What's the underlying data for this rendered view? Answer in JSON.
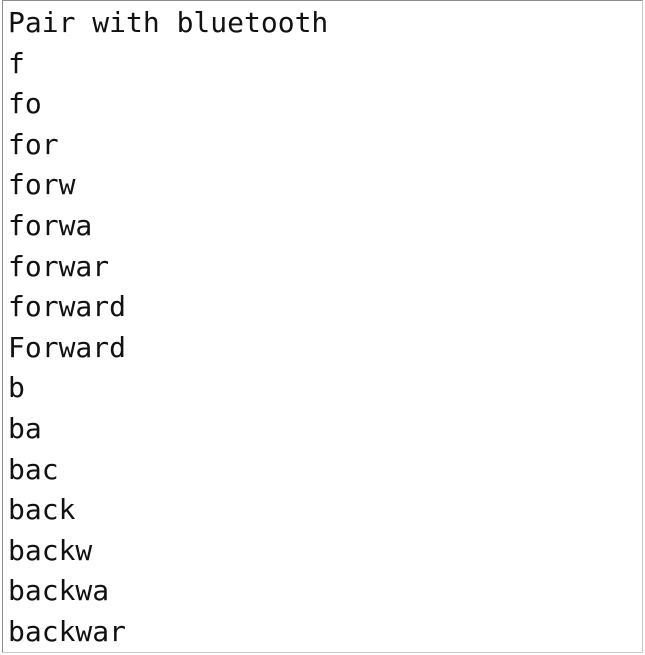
{
  "text_area": {
    "lines": [
      "Pair with bluetooth",
      "f",
      "fo",
      "for",
      "forw",
      "forwa",
      "forwar",
      "forward",
      "Forward",
      "b",
      "ba",
      "bac",
      "back",
      "backw",
      "backwa",
      "backwar"
    ]
  }
}
